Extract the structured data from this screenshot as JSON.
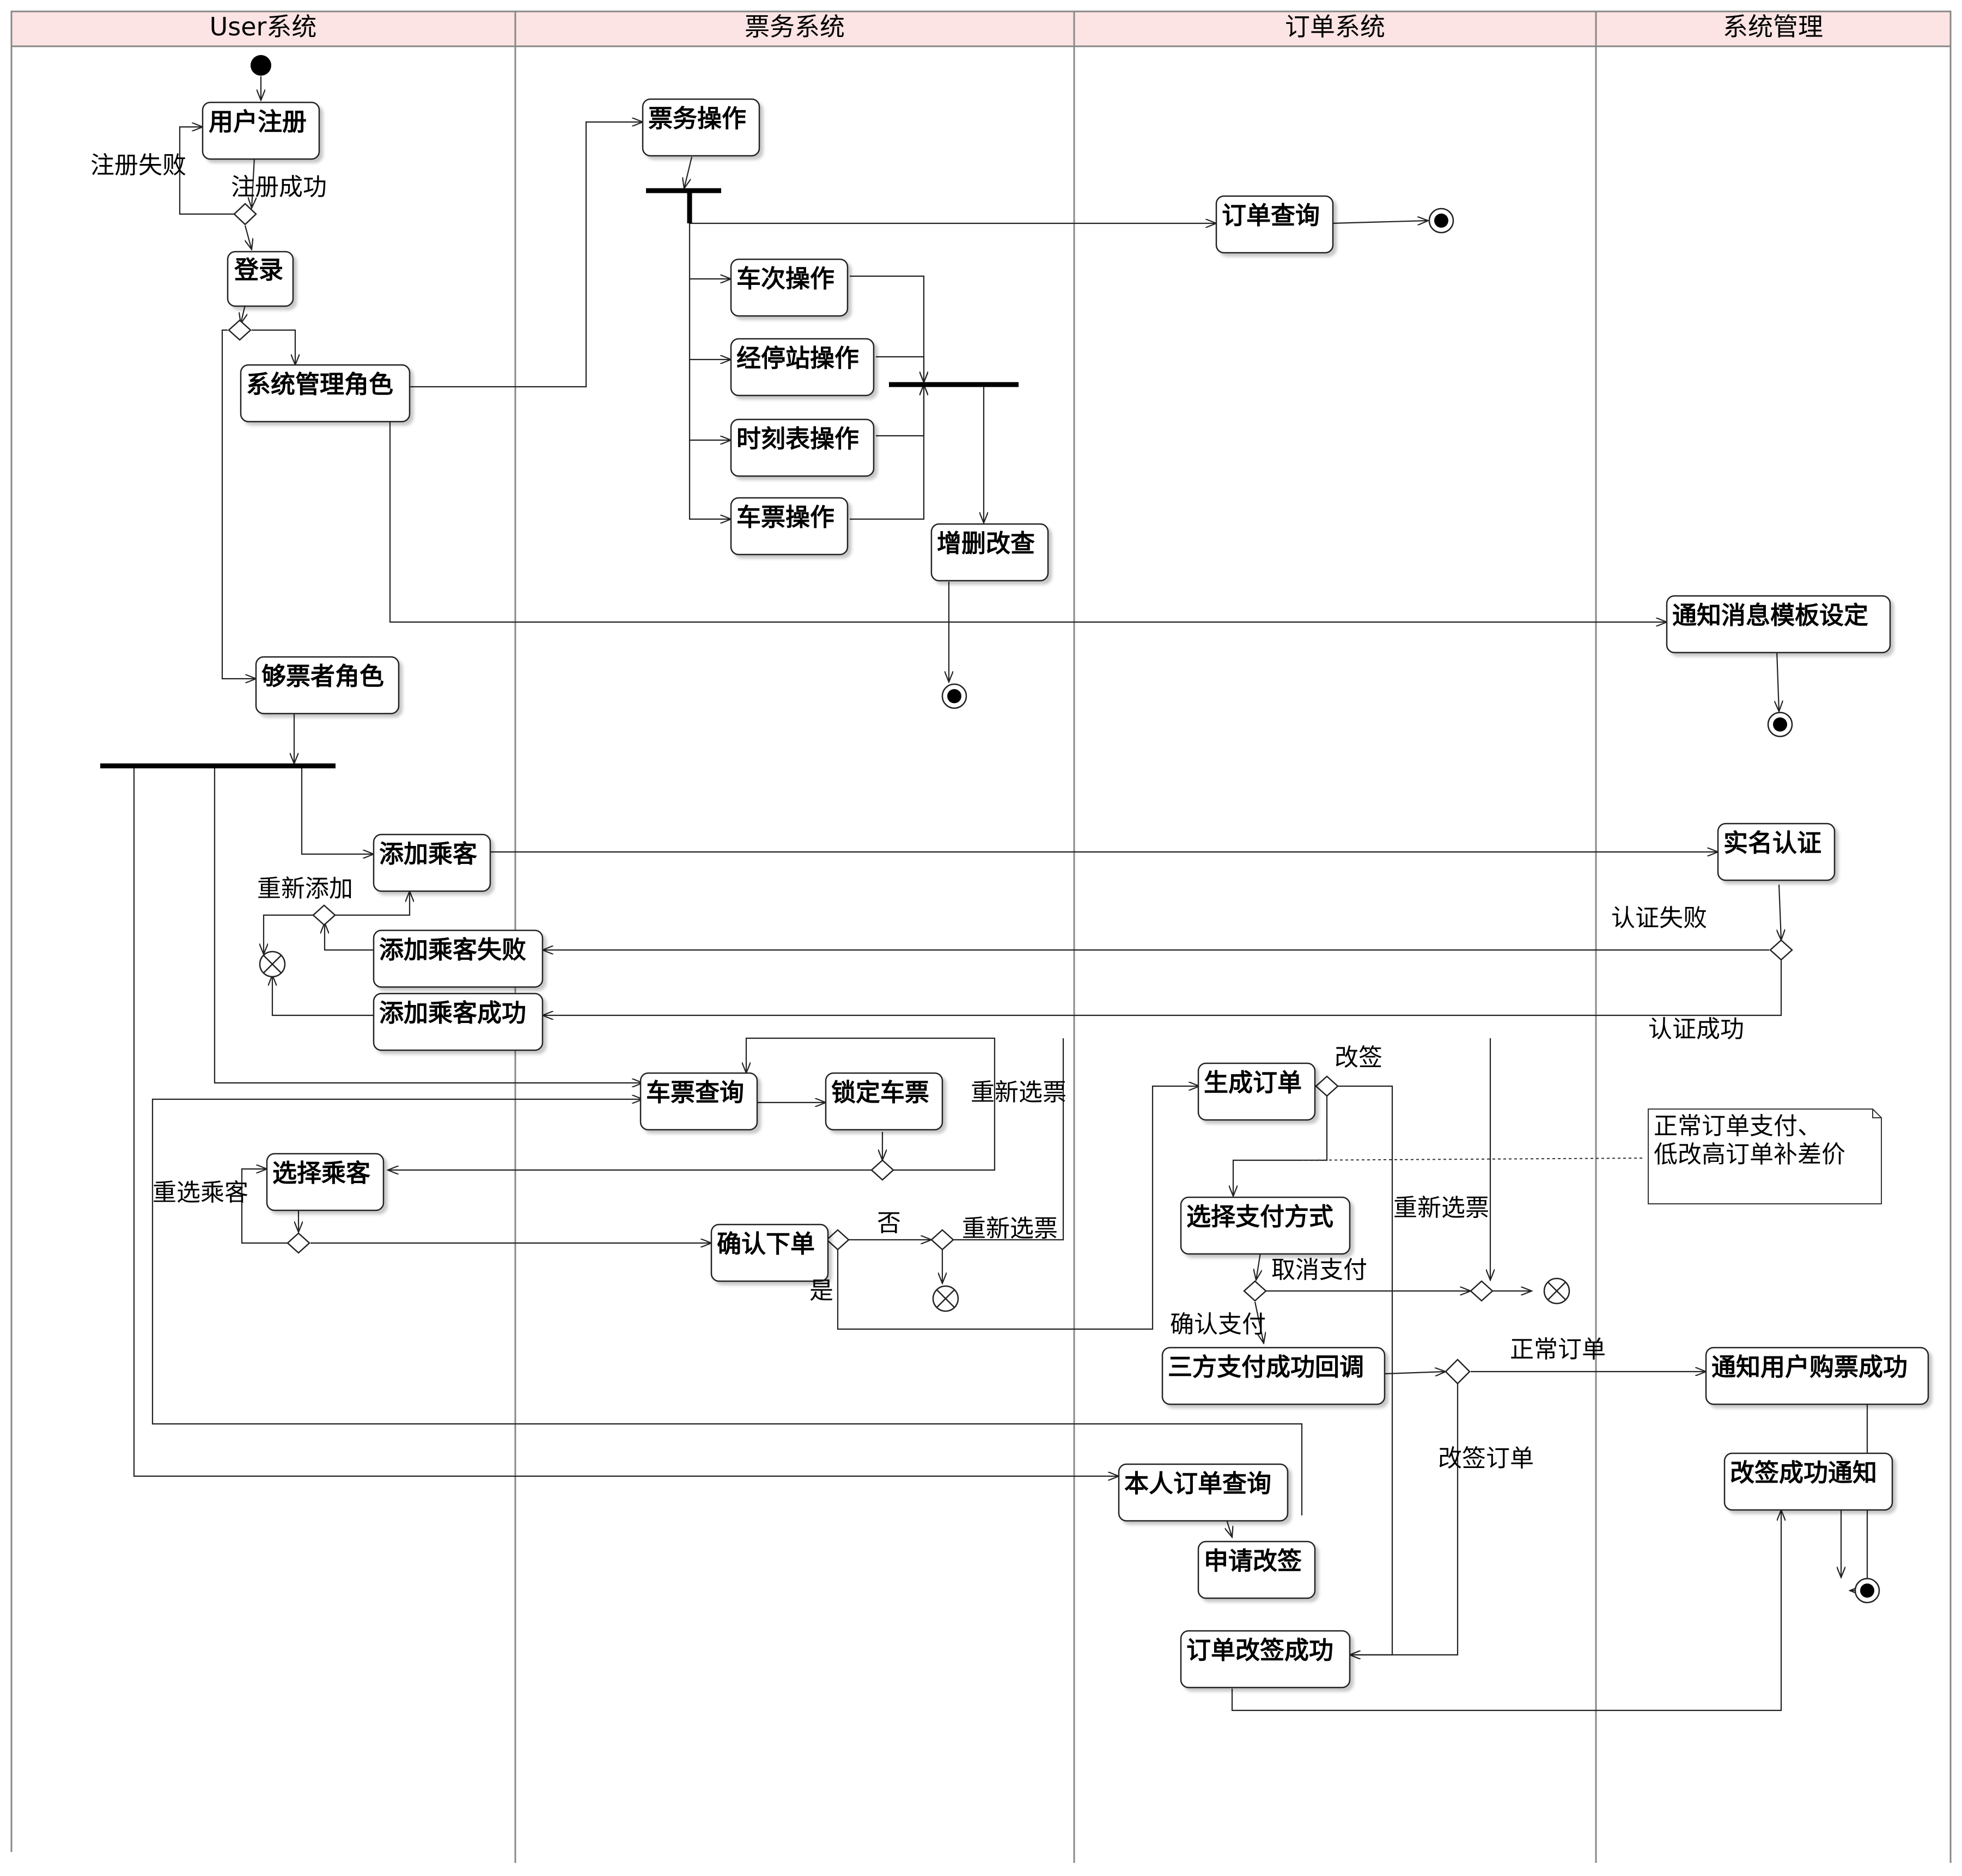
{
  "lanes": [
    "User系统",
    "票务系统",
    "订单系统",
    "系统管理"
  ],
  "activities": {
    "register": "用户注册",
    "login": "登录",
    "admin_role": "系统管理角色",
    "buyer_role": "够票者角色",
    "ticket_ops": "票务操作",
    "train_ops": "车次操作",
    "station_ops": "经停站操作",
    "timetable_ops": "时刻表操作",
    "ticket_item_ops": "车票操作",
    "crud": "增删改查",
    "order_query": "订单查询",
    "notify_template": "通知消息模板设定",
    "add_passenger": "添加乘客",
    "add_fail": "添加乘客失败",
    "add_success": "添加乘客成功",
    "realname": "实名认证",
    "ticket_query": "车票查询",
    "lock_ticket": "锁定车票",
    "select_passenger": "选择乘客",
    "confirm_order": "确认下单",
    "create_order": "生成订单",
    "select_payment": "选择支付方式",
    "pay_callback": "三方支付成功回调",
    "notify_success": "通知用户购票成功",
    "reschedule_notify": "改签成功通知",
    "my_orders": "本人订单查询",
    "apply_reschedule": "申请改签",
    "reschedule_success": "订单改签成功"
  },
  "edge_labels": {
    "reg_fail": "注册失败",
    "reg_ok": "注册成功",
    "re_add": "重新添加",
    "auth_fail": "认证失败",
    "auth_ok": "认证成功",
    "reselect_ticket_1": "重新选票",
    "reselect_passenger": "重选乘客",
    "no": "否",
    "yes": "是",
    "reselect_ticket_2": "重新选票",
    "reschedule": "改签",
    "reselect_ticket_3": "重新选票",
    "cancel_pay": "取消支付",
    "confirm_pay": "确认支付",
    "normal_order": "正常订单",
    "reschedule_order": "改签订单"
  },
  "note": [
    "正常订单支付、",
    "低改高订单补差价"
  ],
  "colors": {
    "lane_header": "#fde4e4",
    "line": "#222222"
  }
}
